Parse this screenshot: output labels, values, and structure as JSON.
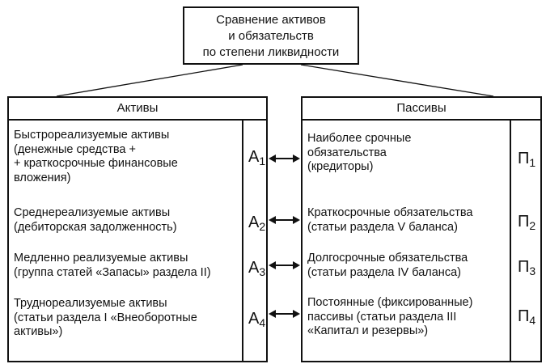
{
  "title_lines": [
    "Сравнение активов",
    "и обязательств",
    "по степени ликвидности"
  ],
  "assets": {
    "header": "Активы",
    "rows": [
      {
        "lines": [
          "Быстрореализуемые активы",
          "(денежные средства +",
          "+ краткосрочные финансовые",
          "вложения)"
        ],
        "code": "A",
        "sub": "1"
      },
      {
        "lines": [
          "Среднереализуемые активы",
          "(дебиторская задолженность)"
        ],
        "code": "A",
        "sub": "2"
      },
      {
        "lines": [
          "Медленно реализуемые активы",
          "(группа статей «Запасы» раздела II)"
        ],
        "code": "A",
        "sub": "3"
      },
      {
        "lines": [
          "Труднореализуемые активы",
          "(статьи раздела I «Внеоборотные",
          "активы»)"
        ],
        "code": "A",
        "sub": "4"
      }
    ]
  },
  "liabilities": {
    "header": "Пассивы",
    "rows": [
      {
        "lines": [
          "Наиболее срочные",
          "обязательства",
          "(кредиторы)"
        ],
        "code": "П",
        "sub": "1"
      },
      {
        "lines": [
          "Краткосрочные обязательства",
          "(статьи раздела V баланса)"
        ],
        "code": "П",
        "sub": "2"
      },
      {
        "lines": [
          "Долгосрочные обязательства",
          "(статьи раздела IV баланса)"
        ],
        "code": "П",
        "sub": "3"
      },
      {
        "lines": [
          "Постоянные (фиксированные)",
          "пассивы (статьи раздела III",
          "«Капитал и резервы»)"
        ],
        "code": "П",
        "sub": "4"
      }
    ]
  }
}
